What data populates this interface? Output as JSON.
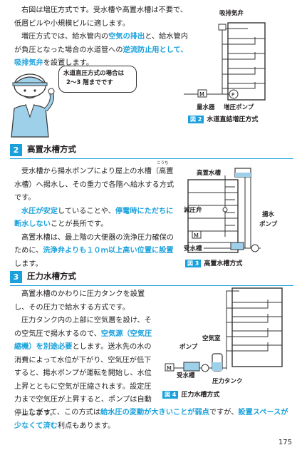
{
  "intro": {
    "line1": "右図は増圧方式です。受水槽や高置水槽は不要で、",
    "line2": "低層ビルや小規模ビルに適します。",
    "line3_a": "増圧方式では、給水管内の",
    "line3_hl": "空気の排出",
    "line3_b": "と、給水管内",
    "line4_a": "が負圧となった場合の水道管への",
    "line4_hl": "逆流防止用として、",
    "line5_hl": "吸排気弁",
    "line5_b": "を設置します。"
  },
  "bubble": {
    "line1": "水道直圧方式の場合は",
    "line2": "2～3 階までです"
  },
  "fig2": {
    "label_valve": "吸排気弁",
    "label_meter": "量水器",
    "label_pump": "増圧ポンプ",
    "tag": "図 2",
    "caption": "水道直結増圧方式"
  },
  "sec2": {
    "num": "2",
    "title": "高置水槽方式",
    "ruby": "こうち",
    "l1": "受水槽から揚水ポンプにより屋上の水槽（高置",
    "l2": "水槽）へ揚水し、その重力で各階へ給水する方式",
    "l3": "です。",
    "l4_hl1": "水圧が安定",
    "l4_b": "していることや、",
    "l4_hl2": "停電時にただちに",
    "l5_hl": "断水しない",
    "l5_b": "ことが長所です。",
    "l6": "高置水槽は、最上階の大便器の洗浄圧力確保の",
    "l7_a": "ために、",
    "l7_hl": "洗浄弁よりも１０ｍ以上高い位置に設置",
    "l8": "します。"
  },
  "fig3": {
    "label_tank": "高置水槽",
    "label_valve": "減圧弁",
    "label_pump": "揚水",
    "label_pump2": "ポンプ",
    "label_recv": "受水槽",
    "tag": "図 3",
    "caption": "高置水槽方式"
  },
  "sec3": {
    "num": "3",
    "title": "圧力水槽方式",
    "l1": "高置水槽のかわりに圧力タンクを設置",
    "l2": "し、その圧力で給水する方式です。",
    "l3": "圧力タンク内の上部に空気層を設け、そ",
    "l4_a": "の空気圧で揚水するので、",
    "l4_hl": "空気源（空気圧",
    "l5_hl": "縮機）を別途必要",
    "l5_b": "とします。送水先の水の",
    "l6": "消費によって水位が下がり、空気圧が低下",
    "l7": "すると、揚水ポンプが運転を開始し、水位",
    "l8": "上昇とともに空気が圧縮されます。設定圧",
    "l9": "力まで空気圧が上昇すると、ポンプは自動",
    "l10": "停止します。"
  },
  "fig4": {
    "label_air": "空気室",
    "label_pump": "ポンプ",
    "label_recv": "受水槽",
    "label_tank": "圧力タンク",
    "tag": "図 4",
    "caption": "圧力水槽方式"
  },
  "closing": {
    "l1_a": "したがって、この方式は",
    "l1_hl1": "給水圧の変動が大きいことが弱点",
    "l1_b": "ですが、",
    "l1_hl2": "設置スペースが",
    "l2_hl": "少なくて済む",
    "l2_b": "利点もあります。"
  },
  "page_number": "175"
}
